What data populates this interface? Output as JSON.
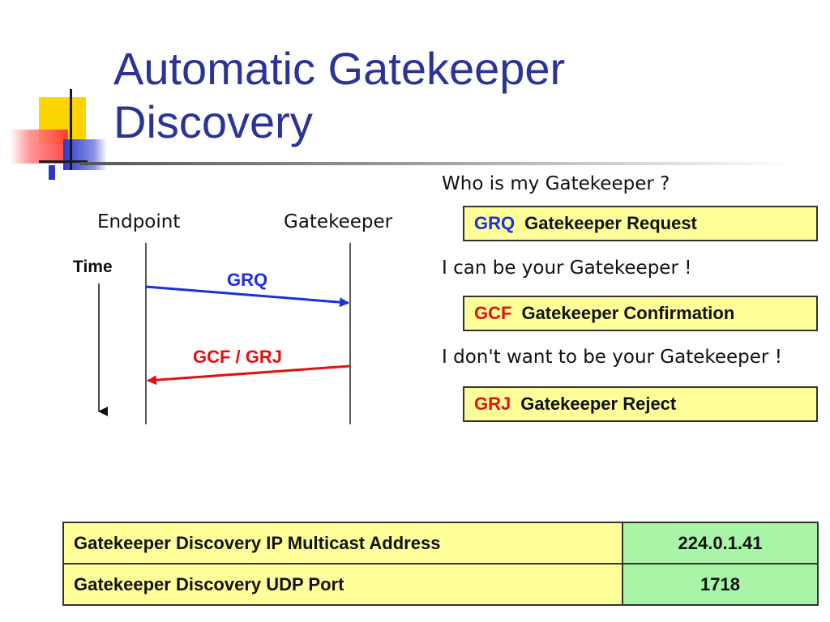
{
  "title": {
    "line1": "Automatic Gatekeeper",
    "line2": "Discovery"
  },
  "diagram": {
    "endpoint_label": "Endpoint",
    "gatekeeper_label": "Gatekeeper",
    "time_label": "Time",
    "request_msg": "GRQ",
    "response_msg": "GCF / GRJ"
  },
  "messages": [
    {
      "caption": "Who is my Gatekeeper ?",
      "code": "GRQ",
      "description": "Gatekeeper Request",
      "code_color": "#1a2fe0"
    },
    {
      "caption": "I can be your Gatekeeper !",
      "code": "GCF",
      "description": "Gatekeeper Confirmation",
      "code_color": "#e31010"
    },
    {
      "caption": "I don't want to be your Gatekeeper !",
      "code": "GRJ",
      "description": "Gatekeeper Reject",
      "code_color": "#e31010"
    }
  ],
  "table": [
    {
      "key": "Gatekeeper Discovery IP Multicast Address",
      "value": "224.0.1.41"
    },
    {
      "key": "Gatekeeper Discovery UDP Port",
      "value": "1718"
    }
  ],
  "colors": {
    "title": "#2a3396",
    "request_arrow": "#1a2fe0",
    "response_arrow": "#e31010",
    "box_fill": "#ffff99",
    "value_fill": "#a8f5a8"
  }
}
